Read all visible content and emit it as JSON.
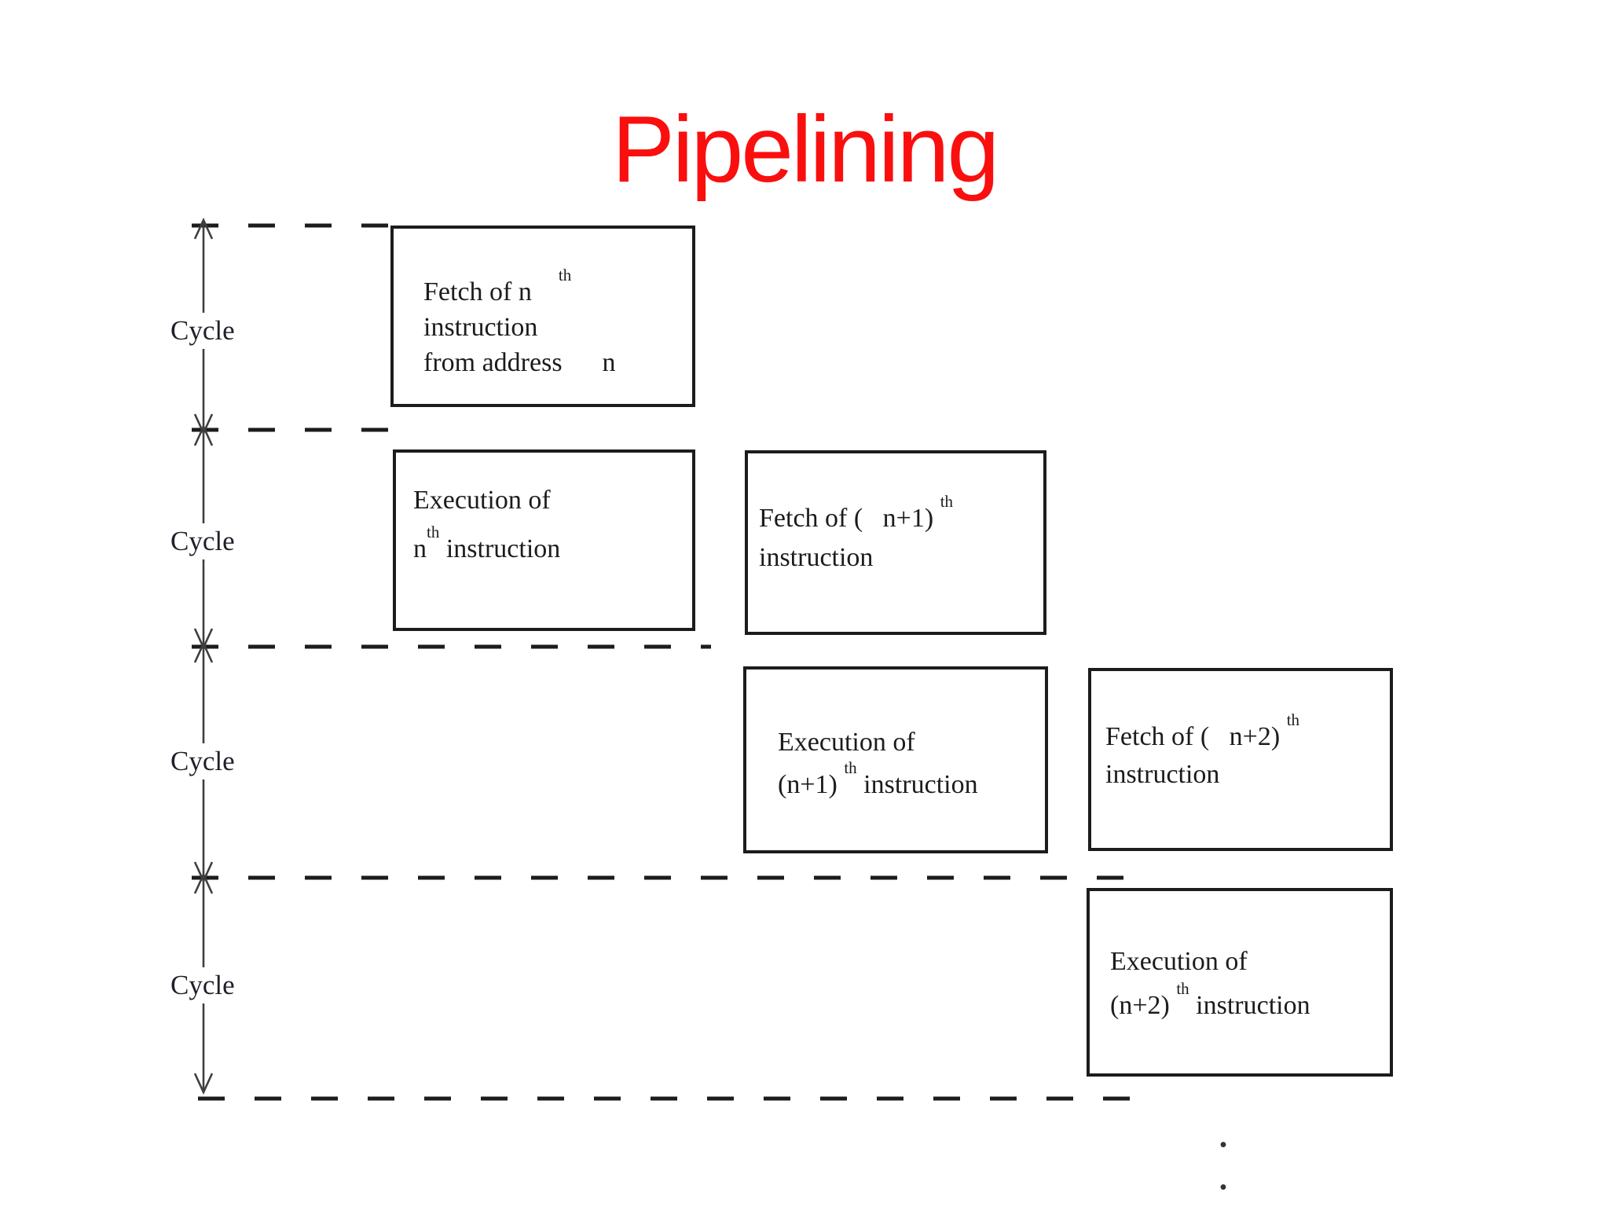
{
  "title": "Pipelining",
  "colors": {
    "title-red": "#fa0f0f",
    "ink": "#1c1c1c",
    "arrow": "#3f3f3f"
  },
  "cycles": [
    {
      "label": "Cycle"
    },
    {
      "label": "Cycle"
    },
    {
      "label": "Cycle"
    },
    {
      "label": "Cycle"
    }
  ],
  "boxes": [
    {
      "id": "fetch-n",
      "lines": [
        [
          {
            "t": "Fetch of n    "
          },
          {
            "t": "th",
            "sup": true
          }
        ],
        [
          {
            "t": "instruction"
          }
        ],
        [
          {
            "t": "from address      n"
          }
        ]
      ]
    },
    {
      "id": "execute-n",
      "lines": [
        [
          {
            "t": "Execution of"
          }
        ],
        [
          {
            "t": "n"
          },
          {
            "t": "th",
            "sup": true
          },
          {
            "t": " instruction"
          }
        ]
      ]
    },
    {
      "id": "fetch-n-plus-1",
      "lines": [
        [
          {
            "t": "Fetch of (   n+1) "
          },
          {
            "t": "th",
            "sup": true
          }
        ],
        [
          {
            "t": "instruction"
          }
        ]
      ]
    },
    {
      "id": "execute-n-plus-1",
      "lines": [
        [
          {
            "t": "Execution of"
          }
        ],
        [
          {
            "t": "(n+1) "
          },
          {
            "t": "th",
            "sup": true
          },
          {
            "t": " instruction"
          }
        ]
      ]
    },
    {
      "id": "fetch-n-plus-2",
      "lines": [
        [
          {
            "t": "Fetch of (   n+2) "
          },
          {
            "t": "th",
            "sup": true
          }
        ],
        [
          {
            "t": "instruction"
          }
        ]
      ]
    },
    {
      "id": "execute-n-plus-2",
      "lines": [
        [
          {
            "t": "Execution of"
          }
        ],
        [
          {
            "t": "(n+2) "
          },
          {
            "t": "th",
            "sup": true
          },
          {
            "t": " instruction"
          }
        ]
      ]
    }
  ],
  "continuation": {
    "dot": "."
  }
}
